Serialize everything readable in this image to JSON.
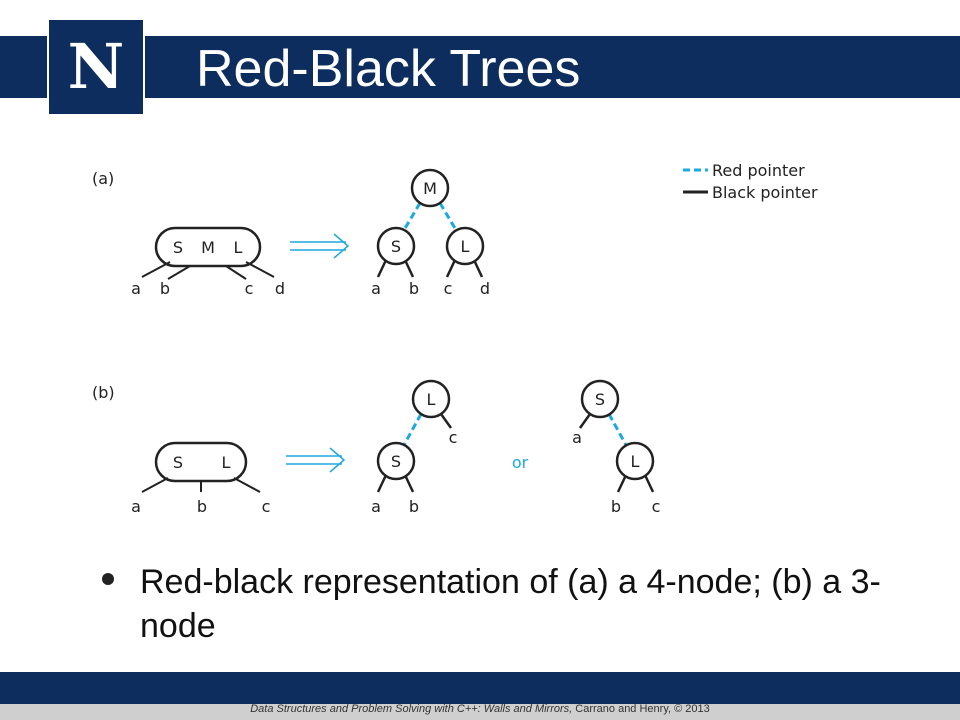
{
  "slide": {
    "title": "Red-Black Trees",
    "logo_letter": "N",
    "bullet": "Red-black representation of (a) a 4-node; (b) a 3-node",
    "footer_italic": "Data Structures and Problem Solving with C++: Walls and Mirrors,",
    "footer_plain": " Carrano and Henry, © 2013"
  },
  "colors": {
    "navy": "#0c2d5e",
    "red_pointer": "#1ca9e1",
    "black_pointer": "#222222"
  },
  "legend": {
    "red": "Red pointer",
    "black": "Black pointer"
  },
  "diagram": {
    "part_a": {
      "label": "(a)",
      "node_keys": [
        "S",
        "M",
        "L"
      ],
      "node_children": [
        "a",
        "b",
        "c",
        "d"
      ],
      "tree_root": "M",
      "tree_left": "S",
      "tree_right": "L",
      "tree_leaves": [
        "a",
        "b",
        "c",
        "d"
      ]
    },
    "part_b": {
      "label": "(b)",
      "node_keys": [
        "S",
        "L"
      ],
      "node_children": [
        "a",
        "b",
        "c"
      ],
      "tree1_root": "L",
      "tree1_child": "S",
      "tree1_leaves": [
        "c",
        "a",
        "b"
      ],
      "or": "or",
      "tree2_root": "S",
      "tree2_child": "L",
      "tree2_leaves": [
        "a",
        "b",
        "c"
      ]
    }
  }
}
